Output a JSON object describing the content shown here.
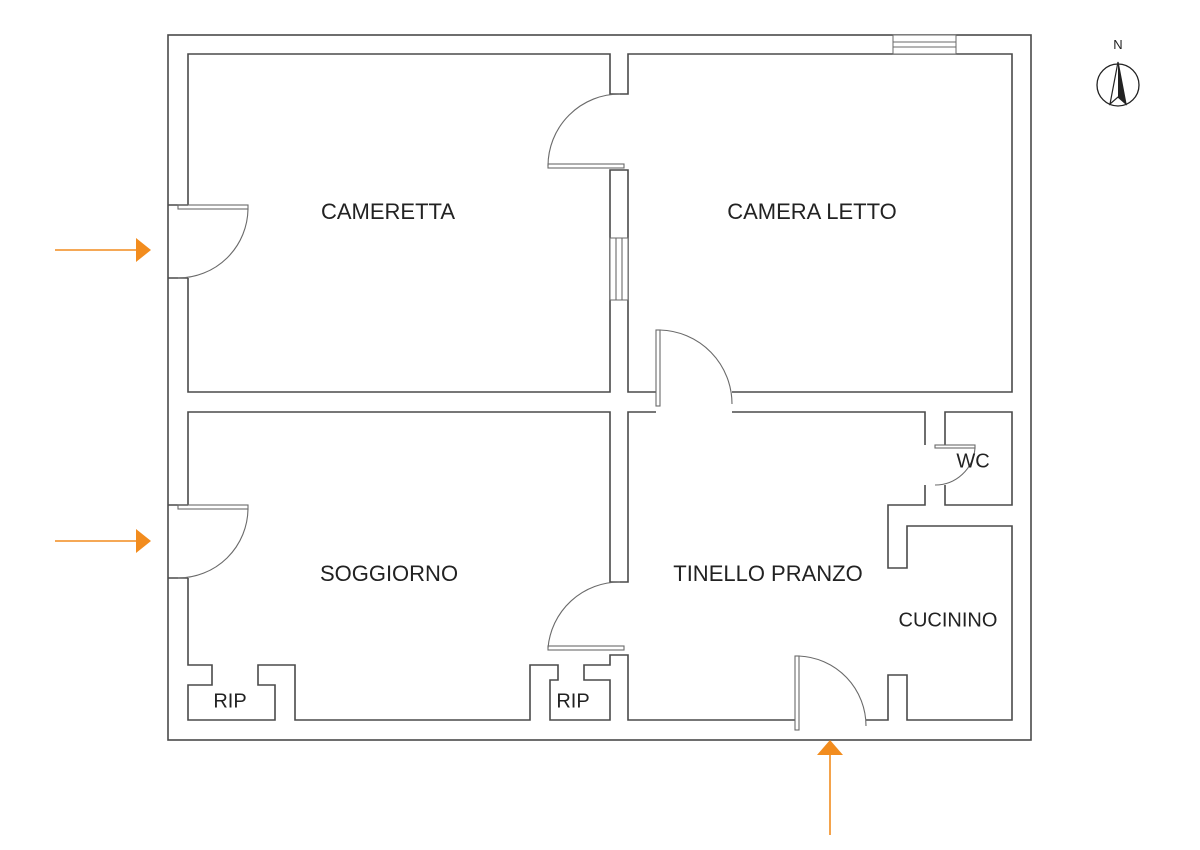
{
  "rooms": {
    "cameretta": "CAMERETTA",
    "camera_letto": "CAMERA LETTO",
    "soggiorno": "SOGGIORNO",
    "tinello_pranzo": "TINELLO PRANZO",
    "cucinino": "CUCININO",
    "wc": "WC",
    "rip_left": "RIP",
    "rip_right": "RIP"
  },
  "compass": {
    "label": "N"
  },
  "colors": {
    "accent": "#F28C1E",
    "wall": "#4a4a4a"
  }
}
